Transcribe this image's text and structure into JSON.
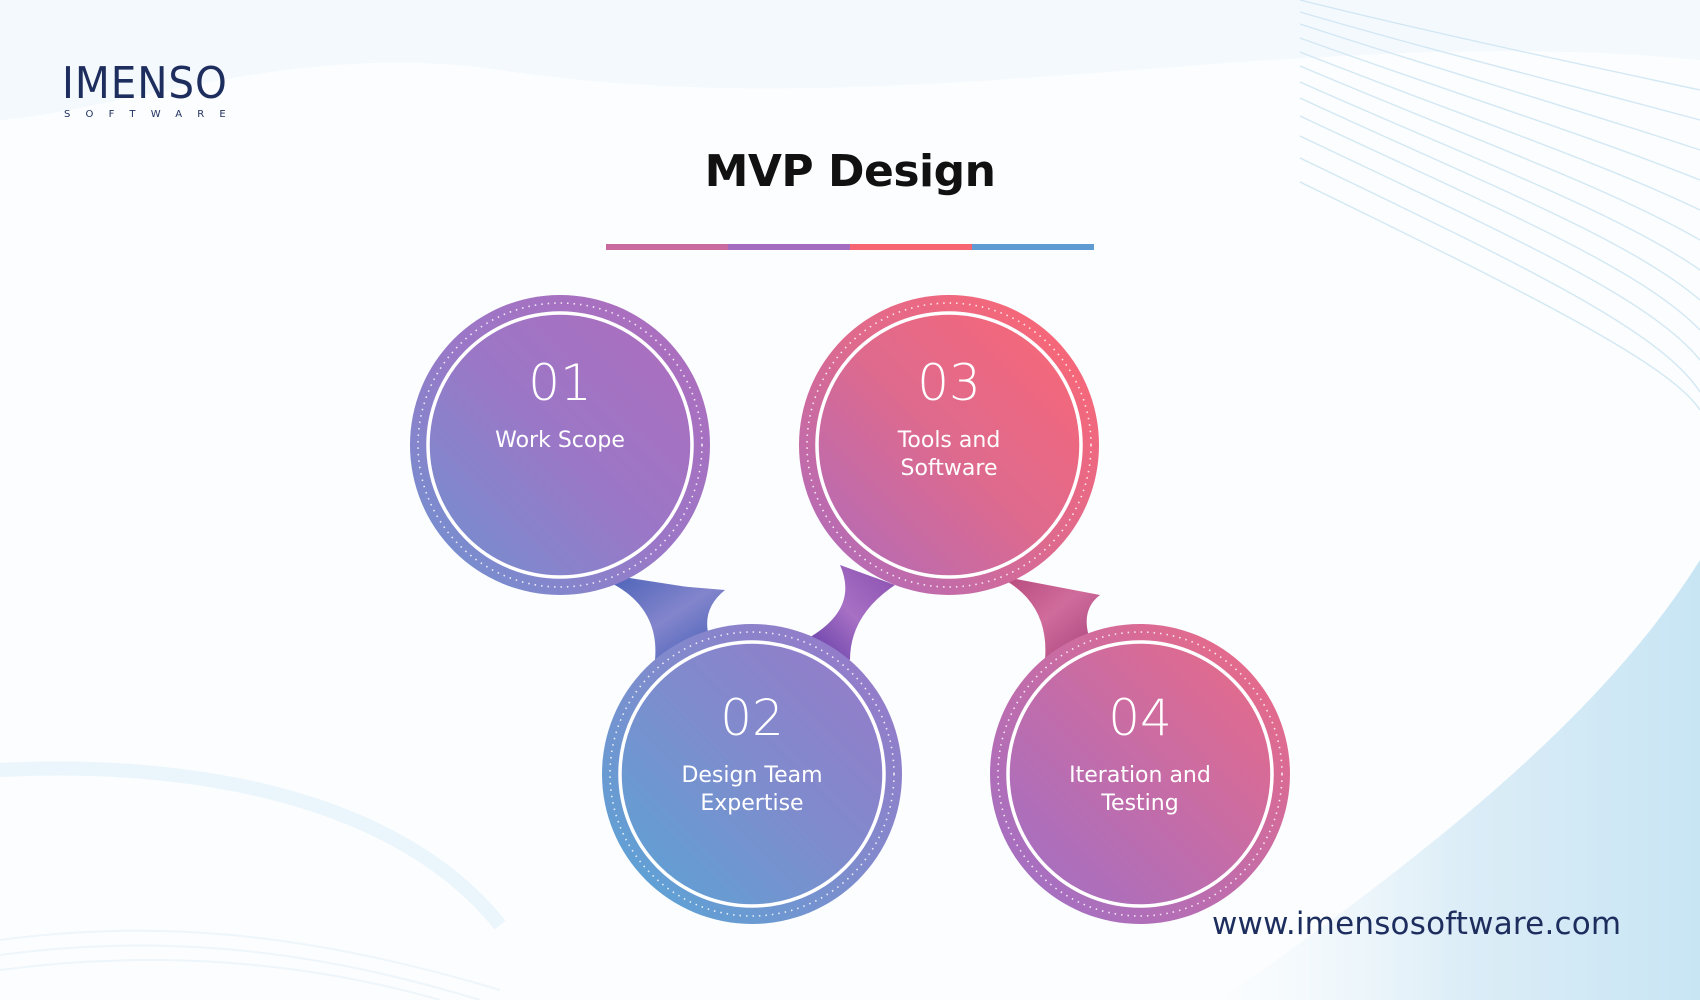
{
  "logo": {
    "name": "IMENSO",
    "tagline": "SOFTWARE"
  },
  "title": "MVP Design",
  "divider_colors": [
    "#c96a9e",
    "#a46cc0",
    "#f76572",
    "#5f9bd3"
  ],
  "steps": [
    {
      "number": "01",
      "label_lines": [
        "Work Scope"
      ],
      "gradient": [
        "#b06cbc",
        "#6b94d0"
      ]
    },
    {
      "number": "02",
      "label_lines": [
        "Design Team",
        "Expertise"
      ],
      "gradient": [
        "#9a78c6",
        "#55a6d6"
      ]
    },
    {
      "number": "03",
      "label_lines": [
        "Tools and",
        "Software"
      ],
      "gradient": [
        "#ff6671",
        "#a96cc0"
      ]
    },
    {
      "number": "04",
      "label_lines": [
        "Iteration and",
        "Testing"
      ],
      "gradient": [
        "#ec6a86",
        "#9d6fc8"
      ]
    }
  ],
  "footer": {
    "url": "www.imensosoftware.com"
  },
  "colors": {
    "brand_navy": "#1d2e5e",
    "title": "#111111"
  }
}
